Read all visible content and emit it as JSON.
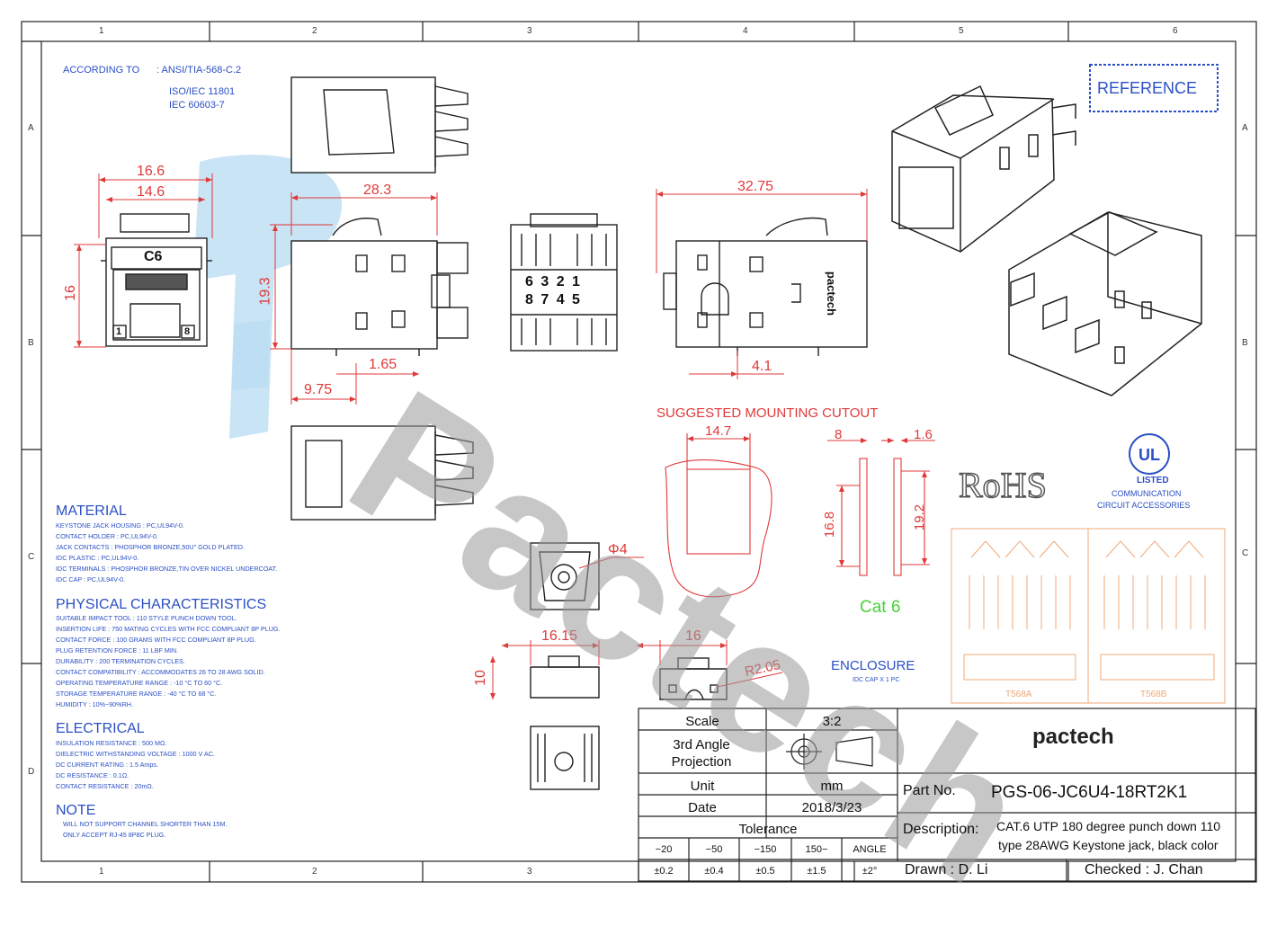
{
  "standards": {
    "according_label": "ACCORDING TO",
    "items": [
      ": ANSI/TIA-568-C.2",
      "ISO/IEC 11801",
      "IEC 60603-7"
    ]
  },
  "reference_stamp": "REFERENCE",
  "zones": {
    "columns": [
      "1",
      "2",
      "3",
      "4",
      "5",
      "6"
    ],
    "rows": [
      "A",
      "B",
      "C",
      "D"
    ]
  },
  "front_view": {
    "jack_label": "C6",
    "pin_left": "1",
    "pin_right": "8"
  },
  "dimensions": {
    "overall_width": "16.6",
    "inner_width": "14.6",
    "height": "16",
    "side_length": "28.3",
    "side_height": "19.3",
    "step": "1.65",
    "offset": "9.75",
    "total_length": "32.75",
    "rear_offset": "4.1",
    "hole_dia": "Φ4",
    "cap_width": "16.15",
    "cap_height": "10",
    "cap2_width": "16",
    "radius": "R2.05",
    "cutout_width": "14.7",
    "cutout_height": "16.8",
    "panel_height": "19.2",
    "panel_gap_a": "8",
    "panel_gap_b": "1.6"
  },
  "wiring_digits_top": "6 3 2 1",
  "wiring_digits_bottom": "8 7 4 5",
  "cutout_title": "SUGGESTED MOUNTING CUTOUT",
  "category": "Cat 6",
  "enclosure": {
    "title": "ENCLOSURE",
    "sub": "IDC CAP X 1 PC"
  },
  "brand": {
    "logo_text": "pactech",
    "watermark": "Pactech"
  },
  "rohs": "RoHS",
  "ul": {
    "listed": "LISTED",
    "line1": "COMMUNICATION",
    "line2": "CIRCUIT ACCESSORIES"
  },
  "t568": {
    "a": "T568A",
    "b": "T568B"
  },
  "material": {
    "title": "MATERIAL",
    "lines": [
      "KEYSTONE JACK HOUSING : PC,UL94V-0.",
      "CONTACT HOLDER : PC,UL94V-0.",
      "JACK CONTACTS : PHOSPHOR BRONZE,50U\" GOLD PLATED.",
      "IDC PLASTIC : PC,UL94V-0.",
      "IDC TERMINALS : PHOSPHOR BRONZE,TIN OVER NICKEL UNDERCOAT.",
      "IDC CAP : PC,UL94V-0."
    ]
  },
  "physical": {
    "title": "PHYSICAL CHARACTERISTICS",
    "lines": [
      "SUITABLE IMPACT TOOL : 110 STYLE PUNCH DOWN TOOL.",
      "INSERTION LIFE : 750 MATING CYCLES WITH FCC COMPLIANT 8P PLUG.",
      "CONTACT FORCE : 100 GRAMS WITH FCC COMPLIANT                8P PLUG.",
      "PLUG RETENTION FORCE : 11 LBF MIN.",
      "DURABILITY : 200 TERMINATION CYCLES.",
      "CONTACT COMPATIBILITY : ACCOMMODATES 26 TO 28 AWG SOLID.",
      "OPERATING TEMPERATURE RANGE : -10          °C TO 60   °C.",
      "STORAGE TEMPERATURE RANGE : -40          °C TO 68   °C.",
      "HUMIDITY : 10%~90%RH."
    ]
  },
  "electrical": {
    "title": "ELECTRICAL",
    "lines": [
      "INSULATION RESISTANCE : 500 MΩ.",
      "DIELECTRIC WITHSTANDING VOLTAGE : 1000 V AC.",
      "DC CURRENT RATING : 1.5 Amps.",
      "DC RESISTANCE : 0.1Ω.",
      "CONTACT RESISTANCE : 20mΩ."
    ]
  },
  "note": {
    "title": "NOTE",
    "lines": [
      "WILL NOT SUPPORT CHANNEL SHORTER THAN 15M.",
      "ONLY ACCEPT RJ-45 8P8C PLUG."
    ]
  },
  "title_block": {
    "scale_label": "Scale",
    "scale_value": "3:2",
    "projection_label": "3rd Angle Projection",
    "unit_label": "Unit",
    "unit_value": "mm",
    "date_label": "Date",
    "date_value": "2018/3/23",
    "tolerance_label": "Tolerance",
    "tol_ranges": [
      "−20",
      "−50",
      "−150",
      "150−",
      "ANGLE"
    ],
    "tol_values": [
      "±0.2",
      "±0.4",
      "±0.5",
      "±1.5",
      "±2°"
    ],
    "part_label": "Part No.",
    "part_value": "PGS-06-JC6U4-18RT2K1",
    "desc_label": "Description:",
    "desc_line1": "CAT.6 UTP 180 degree punch down 110",
    "desc_line2": "type  28AWG Keystone jack, black color",
    "drawn": "Drawn : D. Li",
    "checked": "Checked : J. Chan"
  }
}
